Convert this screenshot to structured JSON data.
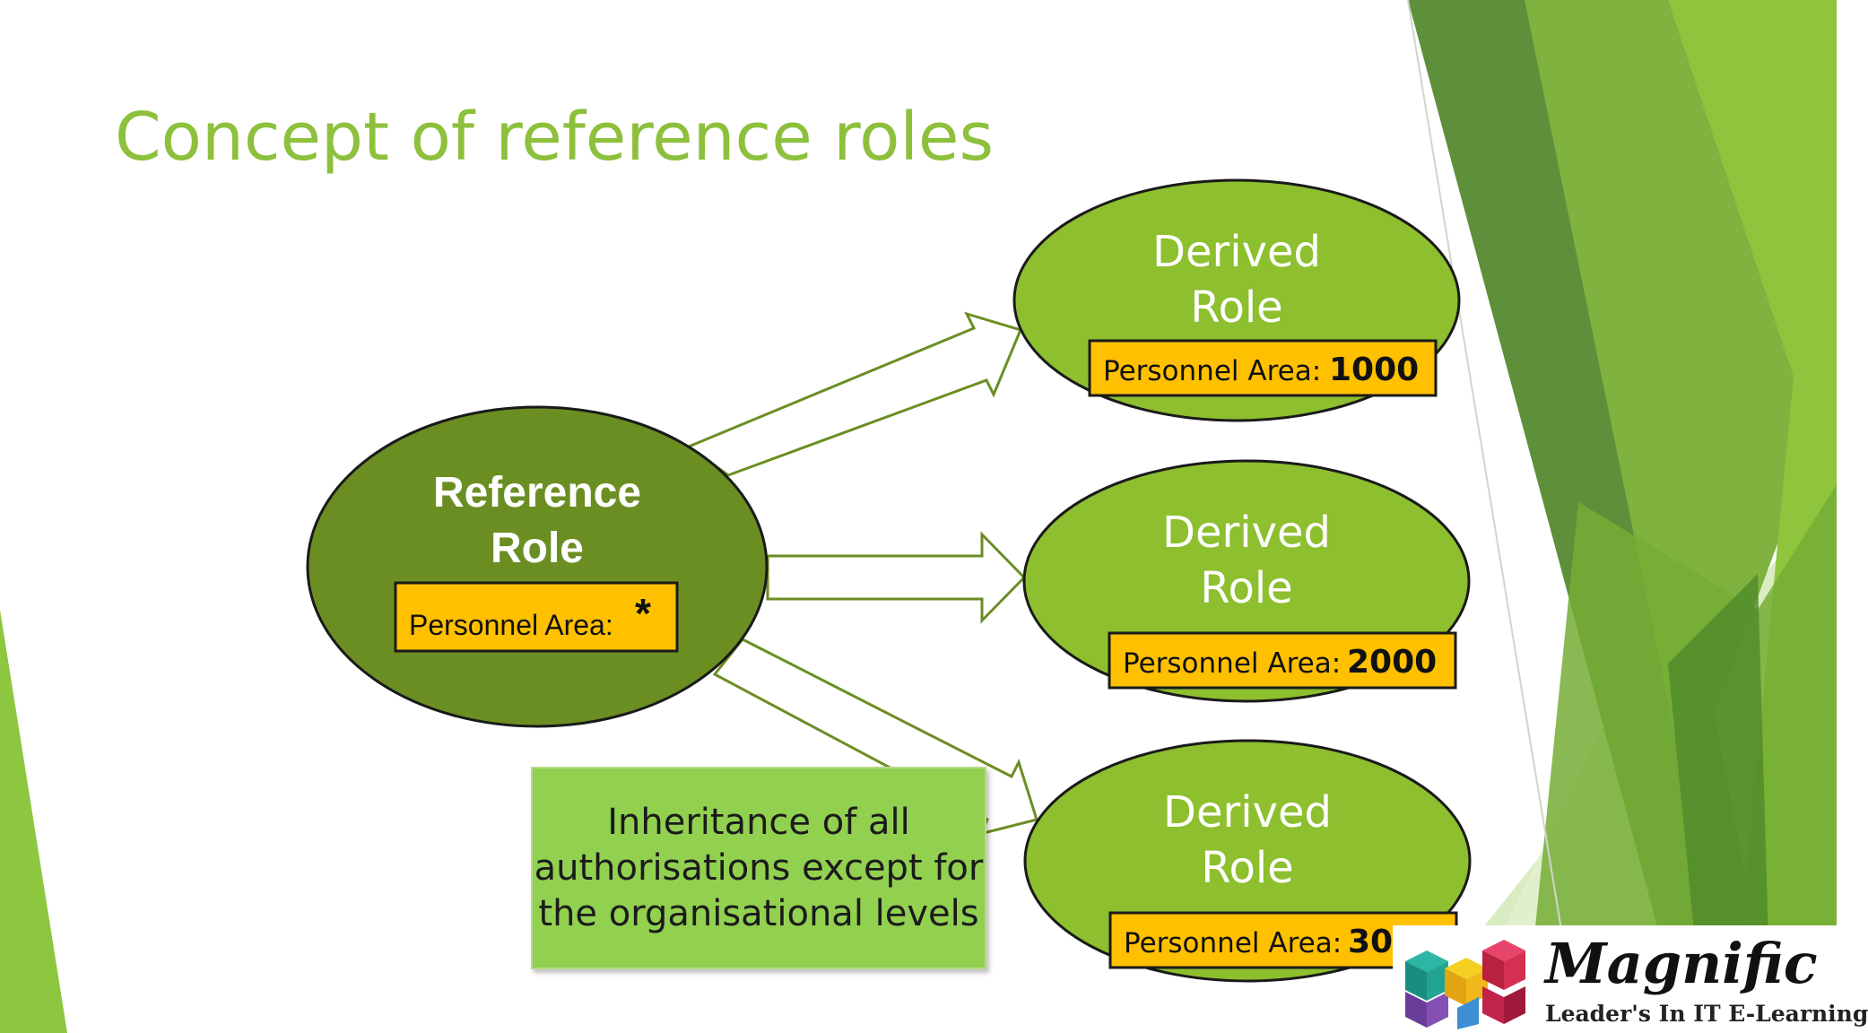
{
  "slide": {
    "title": "Concept of reference roles"
  },
  "reference_role": {
    "label_line1": "Reference",
    "label_line2": "Role",
    "field_label": "Personnel Area:",
    "field_value": "*"
  },
  "derived_roles": [
    {
      "label_line1": "Derived",
      "label_line2": "Role",
      "field_label": "Personnel Area:",
      "field_value": "1000"
    },
    {
      "label_line1": "Derived",
      "label_line2": "Role",
      "field_label": "Personnel Area:",
      "field_value": "2000"
    },
    {
      "label_line1": "Derived",
      "label_line2": "Role",
      "field_label": "Personnel Area:",
      "field_value": "3000"
    }
  ],
  "note": {
    "text": "Inheritance of all authorisations except for the organisational levels"
  },
  "logo": {
    "word": "Magnific",
    "tagline": "Leader's In IT E-Learning"
  },
  "colors": {
    "title": "#8dc03c",
    "reference_fill": "#6b8e23",
    "derived_fill": "#8dbf2e",
    "label_box": "#ffc000",
    "note_fill": "#92d050",
    "arrow_stroke": "#6b8e23"
  }
}
